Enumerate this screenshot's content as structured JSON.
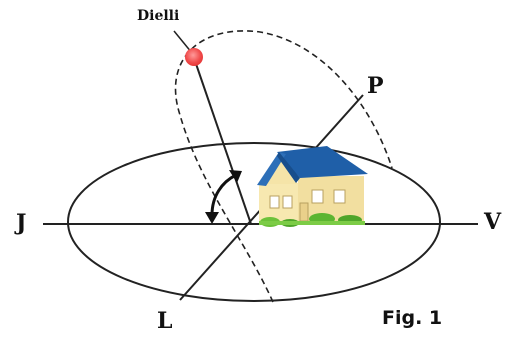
{
  "labels": {
    "sun": "Dielli",
    "west": "J",
    "east": "V",
    "north": "P",
    "south": "L",
    "figure": "Fig. 1"
  },
  "colors": {
    "sun": "#f04a4a",
    "line": "#222222",
    "roof": "#1f5fa8",
    "house_wall": "#f4e3a1",
    "grass": "#5cb531"
  },
  "icons": {
    "sun": "sun-icon",
    "house": "house-icon",
    "angle_arrow": "angle-arrow-icon"
  }
}
